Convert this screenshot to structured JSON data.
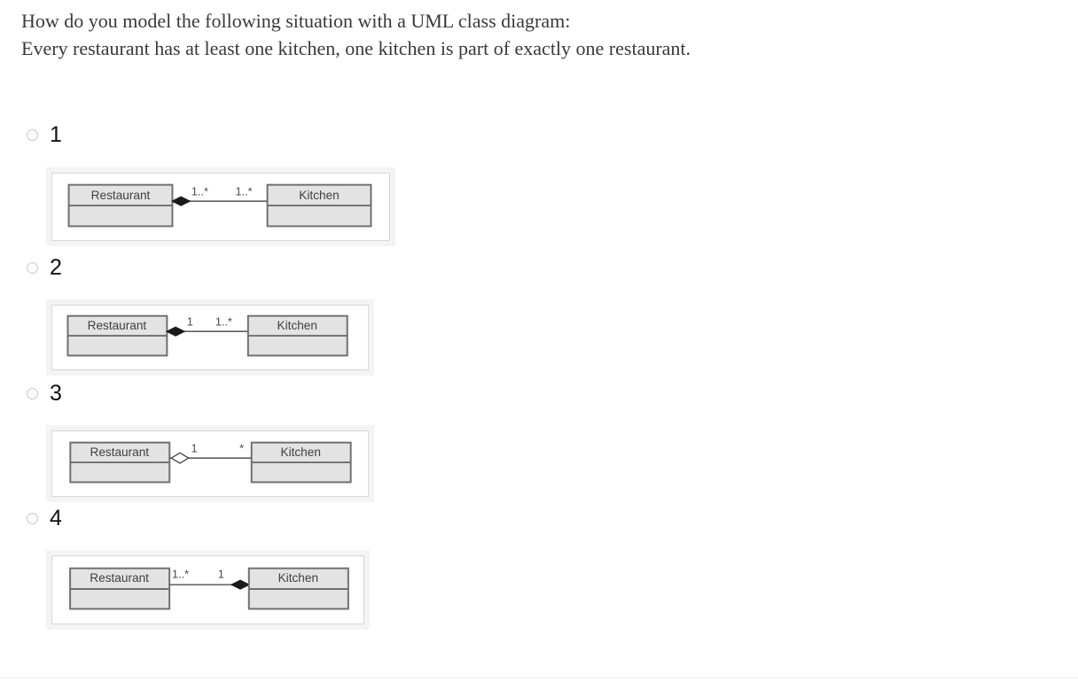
{
  "question": {
    "line1": "How do you model the following situation with a UML class diagram:",
    "line2": "Every restaurant has at least one kitchen, one kitchen is part of exactly one restaurant."
  },
  "options": [
    {
      "label": "1",
      "selected": false,
      "diagram": {
        "left_class": "Restaurant",
        "right_class": "Kitchen",
        "left_multiplicity": "1..*",
        "right_multiplicity": "1..*",
        "diamond_type": "filled",
        "diamond_side": "left"
      }
    },
    {
      "label": "2",
      "selected": false,
      "diagram": {
        "left_class": "Restaurant",
        "right_class": "Kitchen",
        "left_multiplicity": "1",
        "right_multiplicity": "1..*",
        "diamond_type": "filled",
        "diamond_side": "left"
      }
    },
    {
      "label": "3",
      "selected": false,
      "diagram": {
        "left_class": "Restaurant",
        "right_class": "Kitchen",
        "left_multiplicity": "1",
        "right_multiplicity": "*",
        "diamond_type": "hollow",
        "diamond_side": "left"
      }
    },
    {
      "label": "4",
      "selected": false,
      "diagram": {
        "left_class": "Restaurant",
        "right_class": "Kitchen",
        "left_multiplicity": "1..*",
        "right_multiplicity": "1",
        "diamond_type": "filled",
        "diamond_side": "right"
      }
    }
  ],
  "colors": {
    "class_fill": "#e3e3e3",
    "class_border": "#6e6e6e",
    "line": "#5d5d5d",
    "frame_border": "#d6d6d6",
    "frame_shadow": "#f4f4f4",
    "text": "#3f3f3f",
    "question_text": "#3a3a3a"
  }
}
